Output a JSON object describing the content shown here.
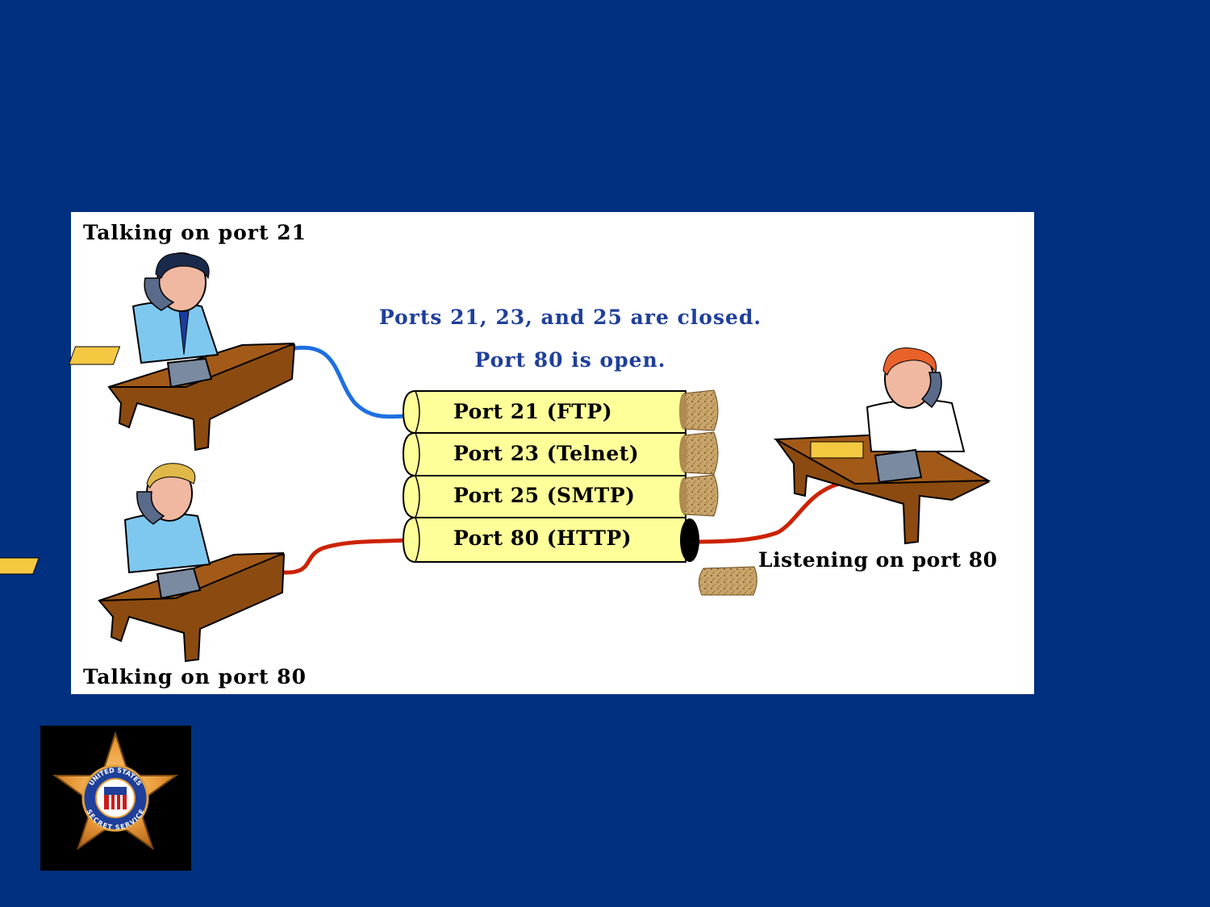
{
  "slide": {
    "background": "#00307f",
    "panel_background": "#ffffff"
  },
  "diagram": {
    "caption_talking_21": "Talking on port 21",
    "caption_talking_80": "Talking on port 80",
    "caption_listening_80": "Listening on port 80",
    "headline_closed": "Ports 21, 23, and 25 are closed.",
    "headline_open": "Port 80 is open.",
    "headline_color": "#1f3f9a",
    "ports": [
      {
        "label": "Port 21 (FTP)",
        "state": "closed"
      },
      {
        "label": "Port 23 (Telnet)",
        "state": "closed"
      },
      {
        "label": "Port 25 (SMTP)",
        "state": "closed"
      },
      {
        "label": "Port 80 (HTTP)",
        "state": "open"
      }
    ],
    "pipe_color": "#ffff99",
    "cork_color": "#c9a56a",
    "wire_colors": {
      "port21": "#1e6fe0",
      "port80": "#cc2200"
    }
  },
  "logo": {
    "name": "secret-service-star",
    "text_top": "UNITED STATES",
    "text_bottom": "SECRET SERVICE"
  }
}
